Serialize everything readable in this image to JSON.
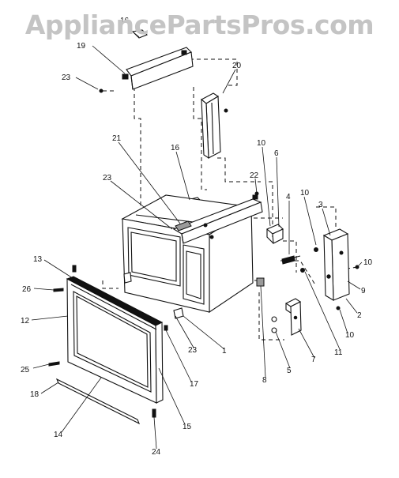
{
  "watermark": "AppliancePartsPros.com",
  "callouts": [
    "16",
    "19",
    "23",
    "20",
    "21",
    "16",
    "23",
    "10",
    "6",
    "22",
    "4",
    "10",
    "3",
    "10",
    "9",
    "2",
    "10",
    "11",
    "7",
    "5",
    "8",
    "1",
    "23",
    "17",
    "15",
    "24",
    "14",
    "18",
    "25",
    "12",
    "26",
    "13"
  ]
}
